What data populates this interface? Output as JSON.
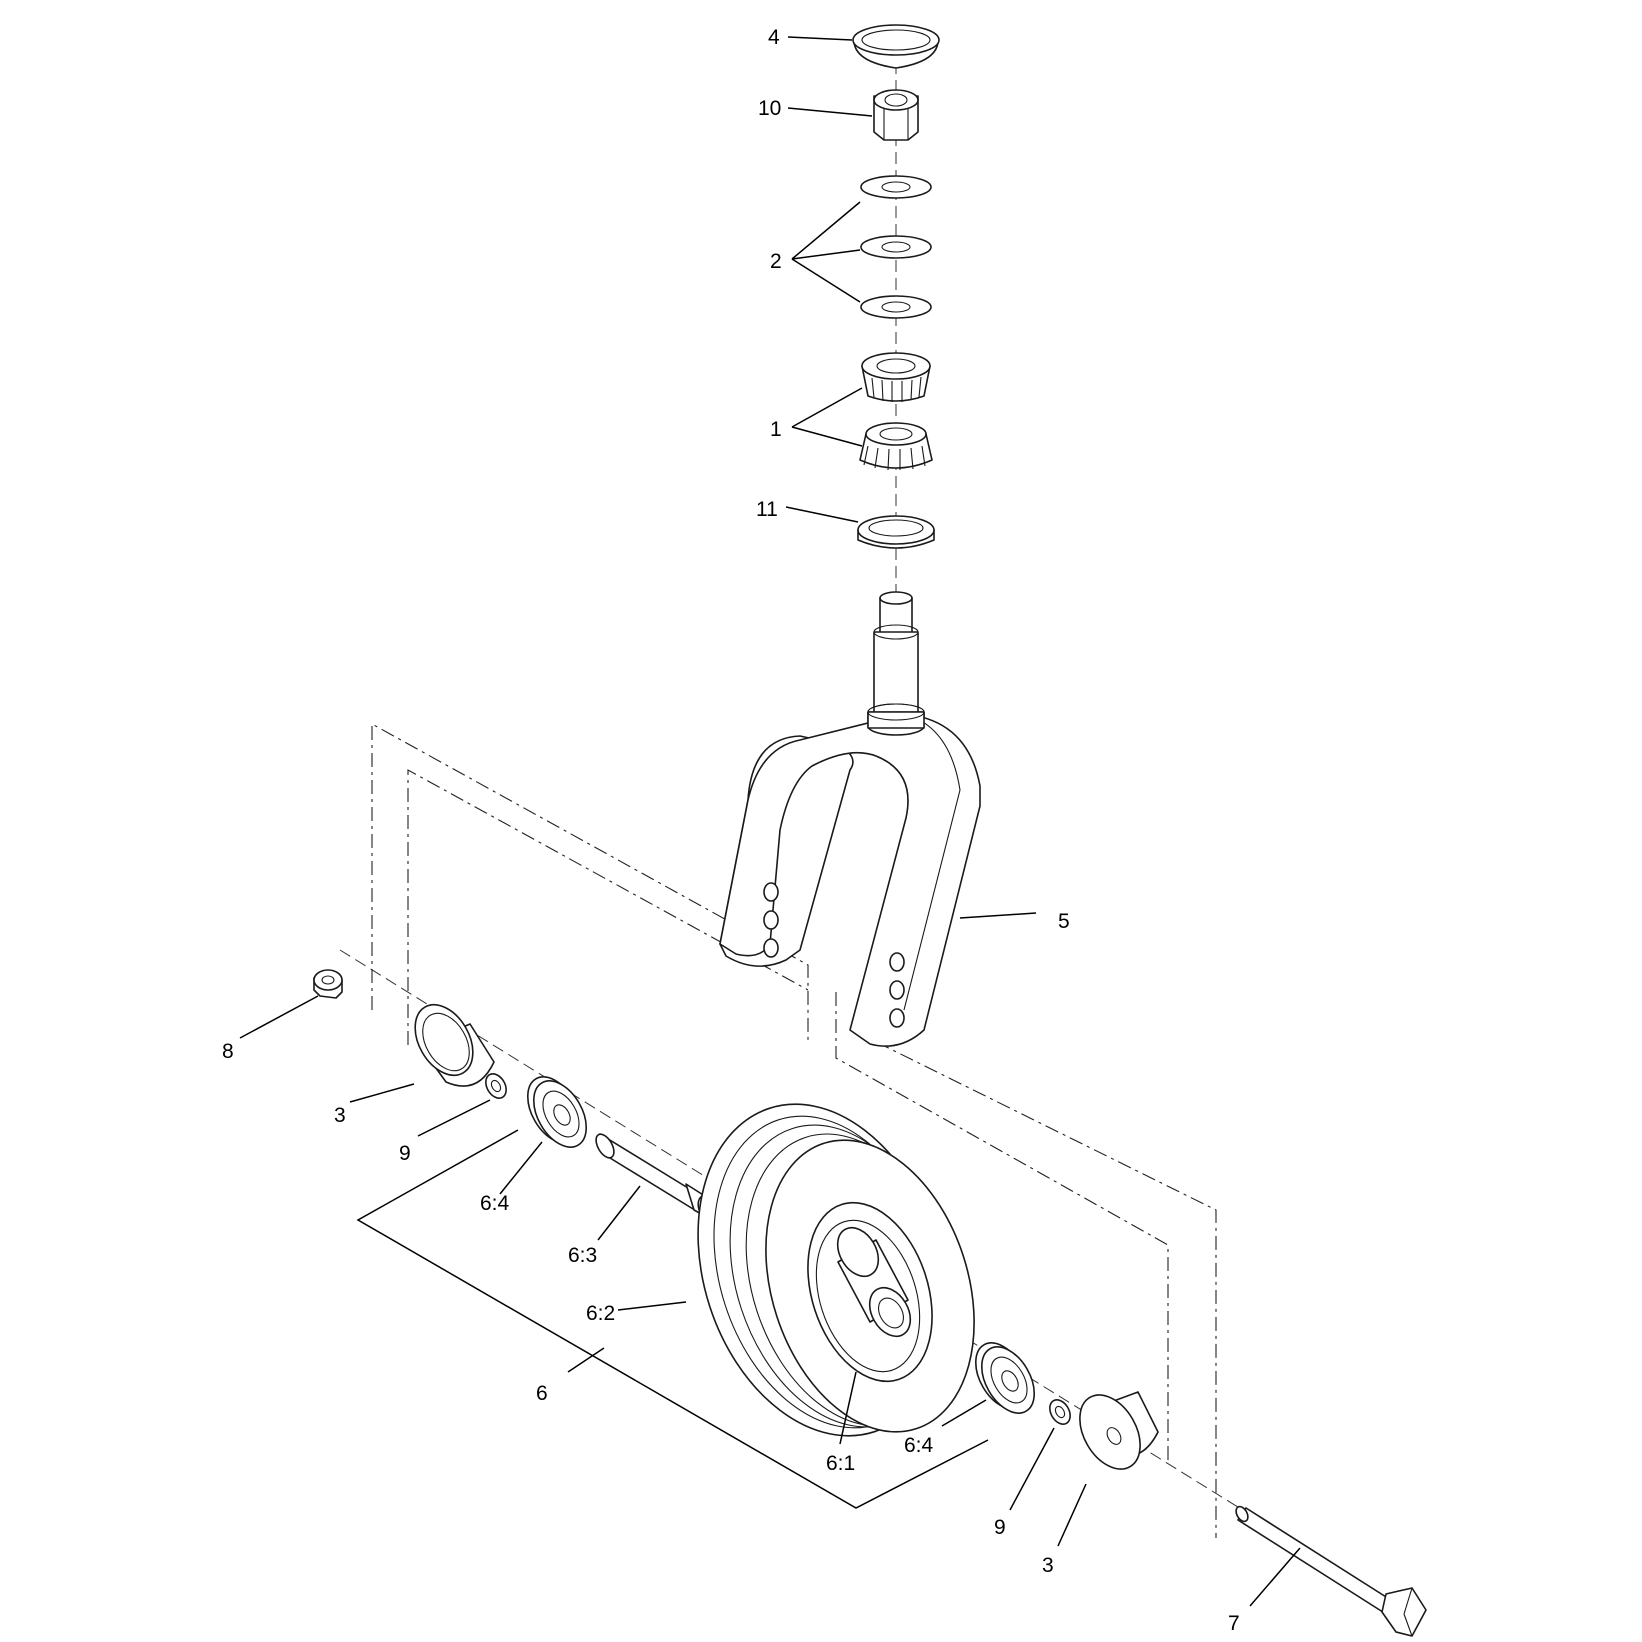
{
  "callouts": {
    "c4": "4",
    "c10": "10",
    "c2": "2",
    "c1": "1",
    "c11": "11",
    "c5": "5",
    "c8": "8",
    "c3_left": "3",
    "c9_left": "9",
    "c6_4_left": "6:4",
    "c6_3": "6:3",
    "c6_2": "6:2",
    "c6": "6",
    "c6_1": "6:1",
    "c6_4_right": "6:4",
    "c9_right": "9",
    "c3_right": "3",
    "c7": "7"
  }
}
